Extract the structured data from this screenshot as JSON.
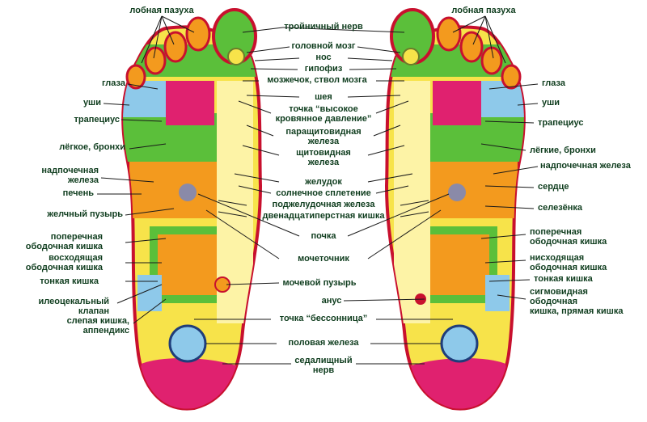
{
  "colors": {
    "label_text": "#0f3d1e",
    "foot_outline": "#c8102e",
    "zone_yellow": "#f7e34a",
    "zone_light_yellow": "#fdf3a6",
    "zone_green": "#5bbf3a",
    "zone_orange": "#f39a1e",
    "zone_pink": "#e0216f",
    "zone_blue": "#8ec9ea",
    "leader_line": "#1a1a1a"
  },
  "labels": {
    "left": {
      "frontal_sinus": "лобная пазуха",
      "eyes": "глаза",
      "ears": "уши",
      "trapezius": "трапециус",
      "lung": "лёгкое, бронхи",
      "adrenal_1": "надпочечная",
      "adrenal_2": "железа",
      "liver": "печень",
      "gallbladder": "желчный пузырь",
      "transverse_colon_1": "поперечная",
      "transverse_colon_2": "ободочная кишка",
      "ascending_colon_1": "восходящая",
      "ascending_colon_2": "ободочная кишка",
      "small_intestine": "тонкая кишка",
      "ileocecal_1": "илеоцекальный",
      "ileocecal_2": "клапан",
      "cecum_1": "слепая кишка,",
      "cecum_2": "аппендикс"
    },
    "center": {
      "trigeminal": "тройничный нерв",
      "brain": "головной мозг",
      "nose": "нос",
      "pituitary": "гипофиз",
      "cerebellum": "мозжечок, ствол мозга",
      "neck": "шея",
      "hypertension_1": "точка “высокое",
      "hypertension_2": "кровянное давление”",
      "parathyroid_1": "паращитовидная",
      "parathyroid_2": "железа",
      "thyroid_1": "щитовидная",
      "thyroid_2": "железа",
      "stomach": "желудок",
      "solar_plexus": "солнечное сплетение",
      "pancreas": "поджелудочная железа",
      "duodenum": "двенадцатиперстная кишка",
      "kidney": "почка",
      "ureter": "мочеточник",
      "bladder": "мочевой пузырь",
      "anus": "анус",
      "insomnia": "точка “бессонница”",
      "gonad": "половая железа",
      "sciatic_1": "седалищный",
      "sciatic_2": "нерв"
    },
    "right": {
      "frontal_sinus": "лобная пазуха",
      "eyes": "глаза",
      "ears": "уши",
      "trapezius": "трапециус",
      "lungs": "лёгкие, бронхи",
      "adrenal": "надпочечная железа",
      "heart": "сердце",
      "spleen": "селезёнка",
      "transverse_colon_1": "поперечная",
      "transverse_colon_2": "ободочная кишка",
      "descending_colon_1": "нисходящая",
      "descending_colon_2": "ободочная кишка",
      "small_intestine": "тонкая кишка",
      "sigmoid_1": "сигмовидная",
      "sigmoid_2": "ободочная",
      "sigmoid_3": "кишка, прямая кишка"
    }
  }
}
